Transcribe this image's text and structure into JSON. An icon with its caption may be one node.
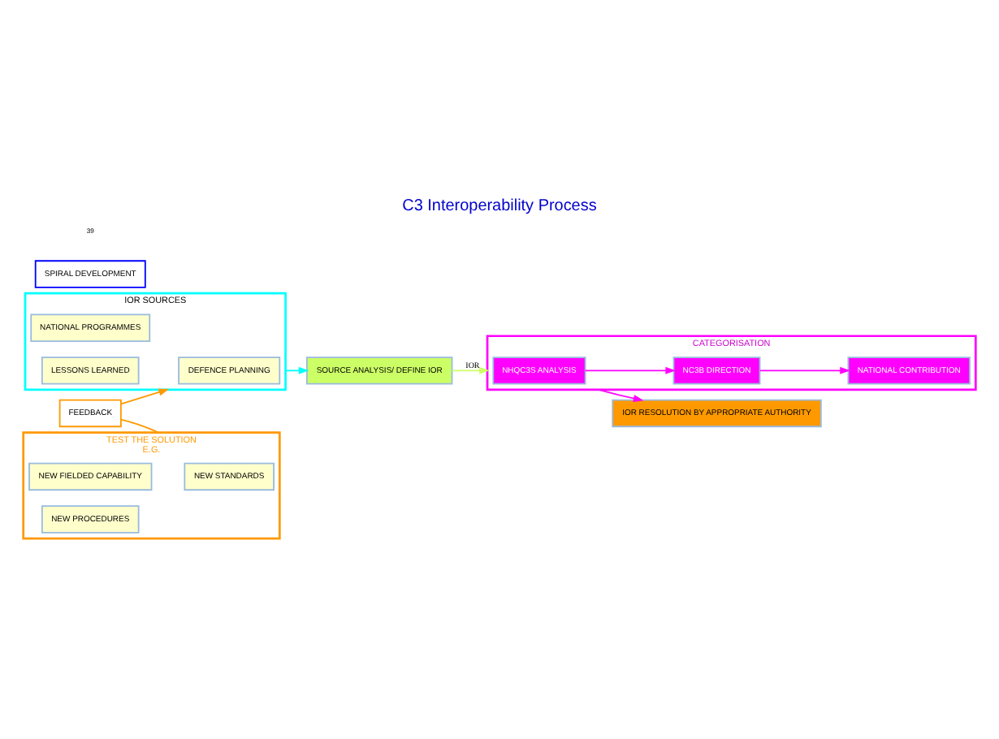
{
  "diagram": {
    "title": "C3 Interoperability Process",
    "nodes": [
      {
        "text": [
          "IOR SOURCES"
        ]
      },
      {
        "text": [
          "DEFENCE PLANNING"
        ],
        "in": 0
      },
      {
        "text": [
          "NATIONAL PROGRAMMES"
        ],
        "in": 0
      },
      {
        "text": [
          "LESSONS LEARNED"
        ],
        "in": 0
      },
      {
        "text": [
          "SOURCE ANALYSIS/ DEFINE IOR"
        ]
      },
      {
        "text": [
          "CATEGORISATION"
        ]
      },
      {
        "text": [
          "NHQC3S ANALYSIS"
        ],
        "in": 5
      },
      {
        "text": [
          "NC3B DIRECTION"
        ],
        "in": 5
      },
      {
        "text": [
          "NATIONAL CONTRIBUTION"
        ],
        "in": 5
      },
      {
        "text": [
          "SPIRAL DEVELOPMENT"
        ]
      },
      {
        "text": [
          "FEEDBACK"
        ]
      },
      {
        "text": [
          "TEST THE SOLUTION",
          "E.G."
        ]
      },
      {
        "text": [
          "NEW STANDARDS"
        ],
        "in": 11
      },
      {
        "text": [
          "NEW FIELDED CAPABILITY"
        ],
        "in": 11
      },
      {
        "text": [
          "NEW PROCEDURES"
        ],
        "in": 11
      },
      {
        "text": [
          "IOR RESOLUTION BY APPROPRIATE AUTHORITY"
        ]
      }
    ],
    "edges": [
      {
        "from": 0,
        "to": 4,
        "arrow": "to",
        "color": "#00ffff"
      },
      {
        "from": 4,
        "to": 5,
        "arrow": "to",
        "label": "IOR",
        "color": "#ccff66"
      },
      {
        "from": 6,
        "to": 7,
        "arrow": "to"
      },
      {
        "from": 7,
        "to": 8,
        "arrow": "to"
      },
      {
        "from": 5,
        "to": 15,
        "arrow": "to"
      },
      {
        "from": 11,
        "to": 10,
        "arrow": "none",
        "color": "#ff9900"
      },
      {
        "from": 10,
        "to": 0,
        "arrow": "to",
        "color": "#ff9900"
      }
    ],
    "labels": [
      "39"
    ]
  }
}
